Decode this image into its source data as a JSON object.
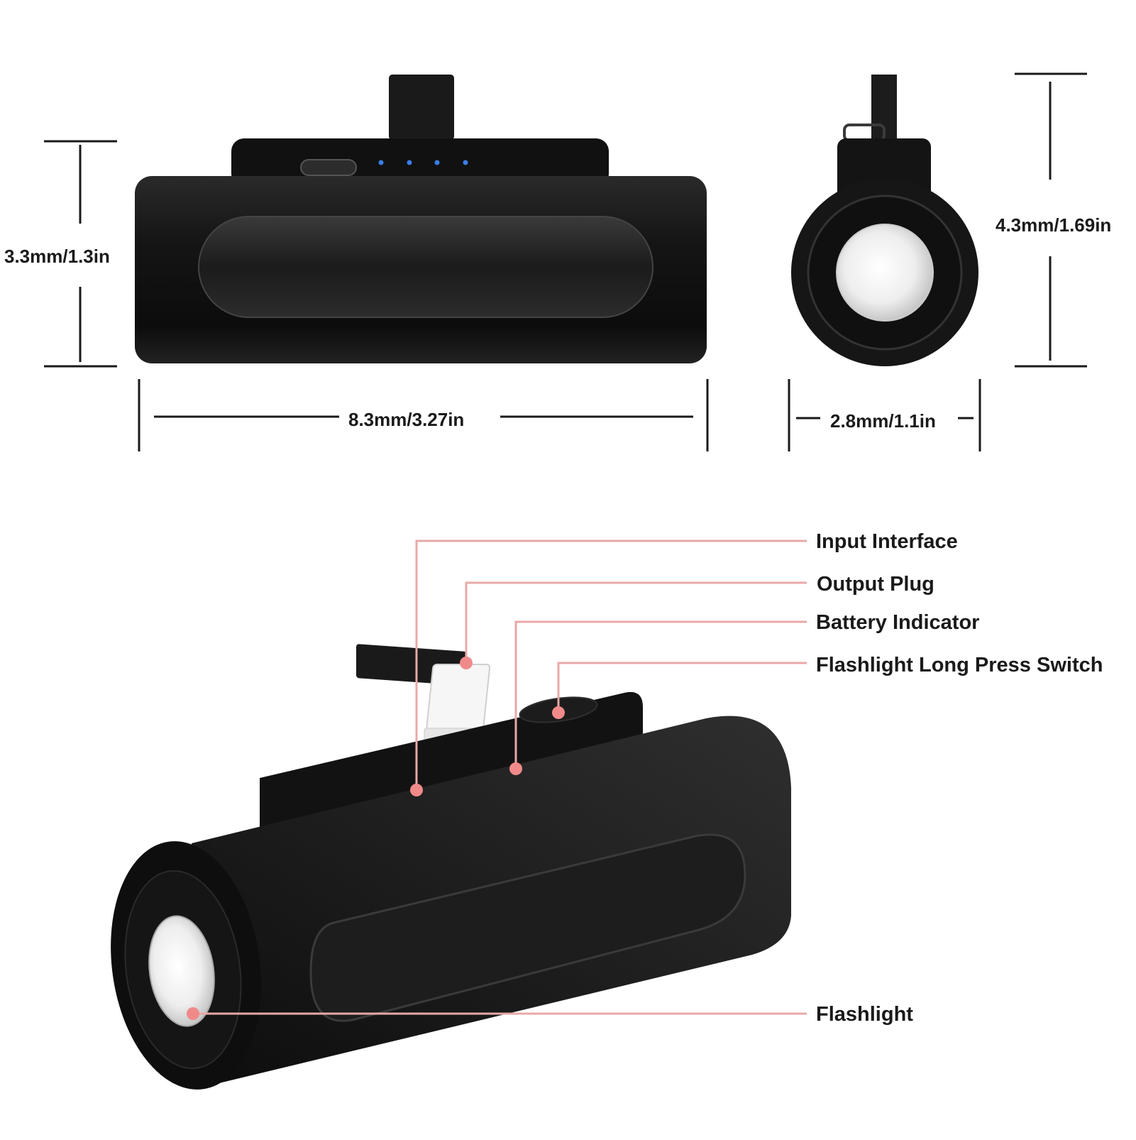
{
  "dimensions": {
    "height": "3.3mm/1.3in",
    "length": "8.3mm/3.27in",
    "end_height": "4.3mm/1.69in",
    "end_width": "2.8mm/1.1in"
  },
  "callouts": {
    "input_interface": "Input Interface",
    "output_plug": "Output Plug",
    "battery_indicator": "Battery Indicator",
    "flashlight_switch": "Flashlight Long Press Switch",
    "flashlight": "Flashlight"
  },
  "colors": {
    "body": "#161616",
    "ink": "#1a1a1a",
    "leader_line": "#e8a8a8",
    "leader_dot": "#f08a8a",
    "indicator_led": "#3a7ee8",
    "lens": "#f2f2f2"
  },
  "battery_level_leds": 4
}
